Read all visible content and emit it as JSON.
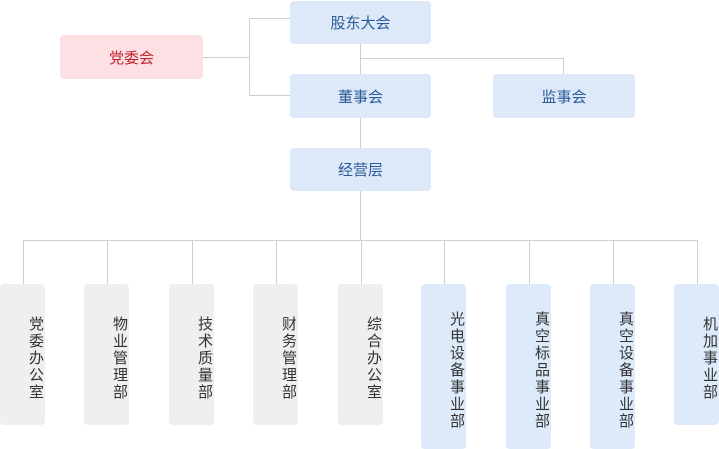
{
  "top": {
    "shareholders": "股东大会",
    "party_committee": "党委会",
    "board": "董事会",
    "supervisory_board": "监事会",
    "management": "经营层"
  },
  "departments": [
    "党委办公室",
    "物业管理部",
    "技术质量部",
    "财务管理部",
    "综合办公室",
    "光电设备事业部",
    "真空标品事业部",
    "真空设备事业部",
    "机加事业部"
  ],
  "colors": {
    "node_blue": "#dde9f8",
    "node_pink": "#fde0e3",
    "node_gray": "#efefef",
    "text_blue": "#2a5a9a",
    "text_red": "#c0242c",
    "connector": "#cfcfcf"
  }
}
